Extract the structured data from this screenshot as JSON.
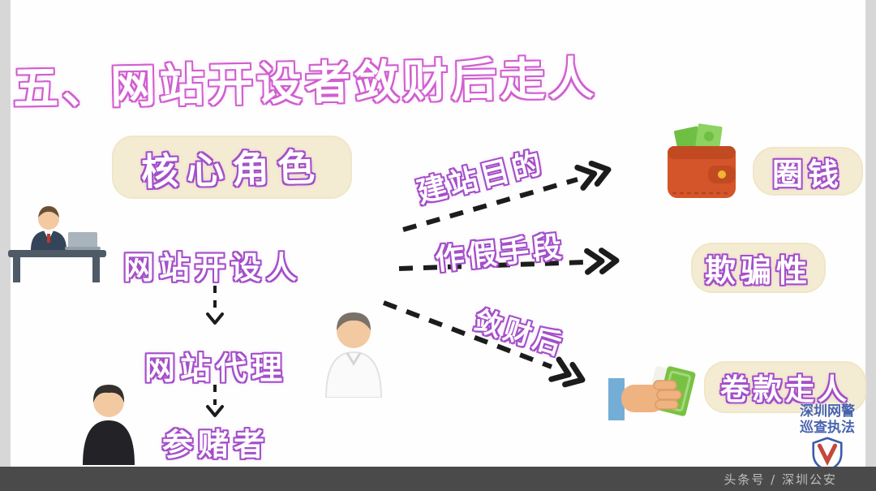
{
  "title": "五、网站开设者敛财后走人",
  "core_role": {
    "label": "核心角色"
  },
  "flow": {
    "founder": "网站开设人",
    "agent": "网站代理",
    "gambler": "参赌者"
  },
  "arrows": [
    {
      "label": "建站目的",
      "result": "圈钱"
    },
    {
      "label": "作假手段",
      "result": "欺骗性"
    },
    {
      "label": "敛财后",
      "result": "卷款走人"
    }
  ],
  "watermark": {
    "line1": "深圳网警",
    "line2": "巡查执法"
  },
  "footer": {
    "credit": "头条号 / 深圳公安"
  },
  "icons": {
    "desk_worker": "person-at-desk-icon",
    "wallet": "wallet-money-icon",
    "white_shirt_man": "man-white-shirt-icon",
    "black_shirt_man": "man-black-shirt-icon",
    "hand_money": "hand-grabbing-money-icon",
    "badge": "police-badge-icon"
  },
  "colors": {
    "title_outline": "#d05fd0",
    "label_outline": "#a44fc9",
    "box_bg": "#f4ecd2",
    "arrow": "#1c1c1c",
    "wallet_orange": "#d4552a",
    "money_green": "#79c143",
    "sleeve_blue": "#74aed6",
    "footer_bg": "#4a4a4a",
    "watermark_blue": "#3a57a8"
  }
}
